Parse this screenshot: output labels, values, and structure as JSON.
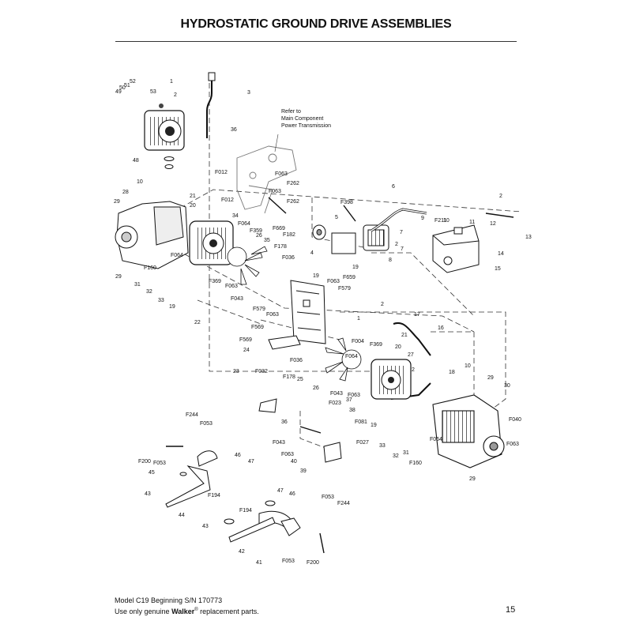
{
  "header": {
    "title": "HYDROSTATIC GROUND DRIVE ASSEMBLIES"
  },
  "callout": {
    "line1": "Refer to",
    "line2": "Main Component",
    "line3": "Power Transmission"
  },
  "labels": [
    "1",
    "2",
    "3",
    "49",
    "50",
    "51",
    "52",
    "53",
    "48",
    "36",
    "F012",
    "F063",
    "F262",
    "F063",
    "F262",
    "F012",
    "6",
    "2",
    "F398",
    "10",
    "28",
    "21",
    "20",
    "29",
    "34",
    "F064",
    "F359",
    "26",
    "35",
    "F178",
    "F036",
    "F669",
    "F182",
    "5",
    "9",
    "F211",
    "10",
    "11",
    "12",
    "13",
    "7",
    "2",
    "7",
    "8",
    "14",
    "15",
    "F064",
    "F160",
    "29",
    "31",
    "32",
    "33",
    "19",
    "F369",
    "F063",
    "F043",
    "22",
    "4",
    "F659",
    "19",
    "19",
    "F063",
    "F579",
    "F579",
    "F063",
    "F569",
    "F569",
    "24",
    "23",
    "F032",
    "1",
    "2",
    "17",
    "21",
    "20",
    "16",
    "F004",
    "F369",
    "F036",
    "F178",
    "27",
    "F064",
    "25",
    "26",
    "F043",
    "F063",
    "2",
    "18",
    "10",
    "29",
    "30",
    "F023",
    "37",
    "38",
    "F081",
    "F027",
    "36",
    "F244",
    "F053",
    "F200",
    "F053",
    "46",
    "47",
    "45",
    "F043",
    "F063",
    "40",
    "39",
    "19",
    "33",
    "32",
    "31",
    "F064",
    "F160",
    "F040",
    "F063",
    "29",
    "43",
    "F194",
    "44",
    "47",
    "46",
    "F053",
    "F244",
    "F194",
    "43",
    "42",
    "41",
    "F053",
    "F200"
  ],
  "footer": {
    "model_line": "Model C19 Beginning S/N 170773",
    "use_prefix": "Use only genuine ",
    "brand": "Walker",
    "reg": "®",
    "use_suffix": " replacement parts.",
    "page_number": "15"
  }
}
